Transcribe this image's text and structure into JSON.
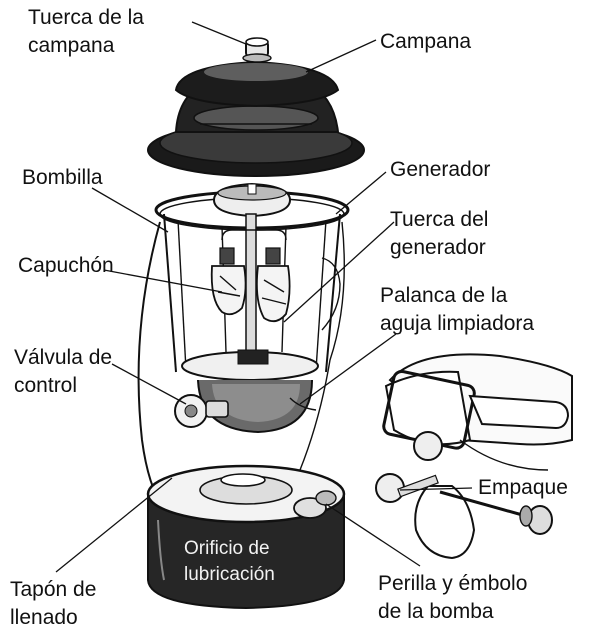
{
  "labels": {
    "tuerca_campana_1": "Tuerca de la",
    "tuerca_campana_2": "campana",
    "campana": "Campana",
    "bombilla": "Bombilla",
    "generador": "Generador",
    "tuerca_generador_1": "Tuerca del",
    "tuerca_generador_2": "generador",
    "capuchon": "Capuchón",
    "palanca_1": "Palanca de la",
    "palanca_2": "aguja limpiadora",
    "valvula_1": "Válvula de",
    "valvula_2": "control",
    "empaque": "Empaque",
    "orificio_1": "Orificio de",
    "orificio_2": "lubricación",
    "tapon_1": "Tapón de",
    "tapon_2": "llenado",
    "perilla_1": "Perilla y émbolo",
    "perilla_2": "de la bomba"
  }
}
